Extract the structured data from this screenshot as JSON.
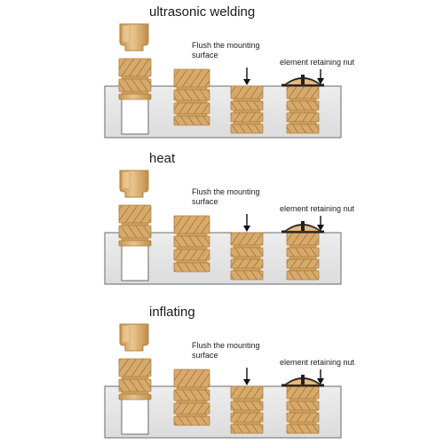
{
  "sections": [
    {
      "title": "ultrasonic welding",
      "flush_label_line1": "Flush the mounting",
      "flush_label_line2": "surface",
      "nut_label": "element retaining nut"
    },
    {
      "title": "heat",
      "flush_label_line1": "Flush the mounting",
      "flush_label_line2": "surface",
      "nut_label": "element retaining nut"
    },
    {
      "title": "inflating",
      "flush_label_line1": "Flush the mounting",
      "flush_label_line2": "surface",
      "nut_label": "element retaining nut"
    }
  ],
  "colors": {
    "brass_light": "#e3bd85",
    "brass_mid": "#cf9f5e",
    "brass_dark": "#b2813f",
    "knurl_line": "#8f6530",
    "plate_fill": "#e6e6e6",
    "plate_stroke": "#6a6a6a",
    "arrow": "#111111",
    "cap": "#202020"
  }
}
